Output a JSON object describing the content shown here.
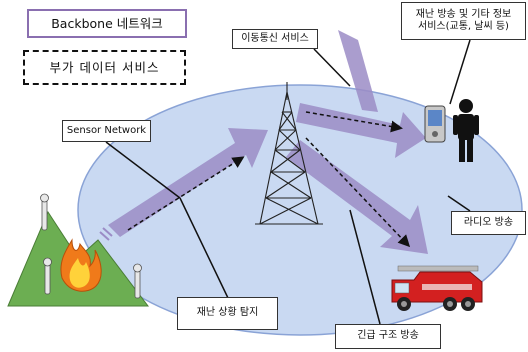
{
  "labels": {
    "title": "Backbone 네트워크",
    "service": "부가 데이터 서비스",
    "mobile": "이동통신 서비스",
    "info_line1": "재난 방송 및 기타 정보",
    "info_line2": "서비스(교통, 날씨 등)",
    "sensor": "Sensor Network",
    "radio": "라디오 방송",
    "disaster": "재난 상황 탐지",
    "rescue": "긴급 구조 방송"
  },
  "colors": {
    "ellipse_fill": "#c9d9f2",
    "ellipse_stroke": "#8aa3d6",
    "arrow_fill": "#9b8cc6",
    "mountain_fill": "#6cae52",
    "fire_outer": "#f07a1a",
    "fire_inner": "#ffd23a",
    "truck_red": "#d32020",
    "title_border": "#8a6fb0"
  },
  "icons": [
    "radio-tower-icon",
    "fire-icon",
    "sensor-antenna-icon",
    "pda-device-icon",
    "person-icon",
    "fire-truck-icon"
  ]
}
